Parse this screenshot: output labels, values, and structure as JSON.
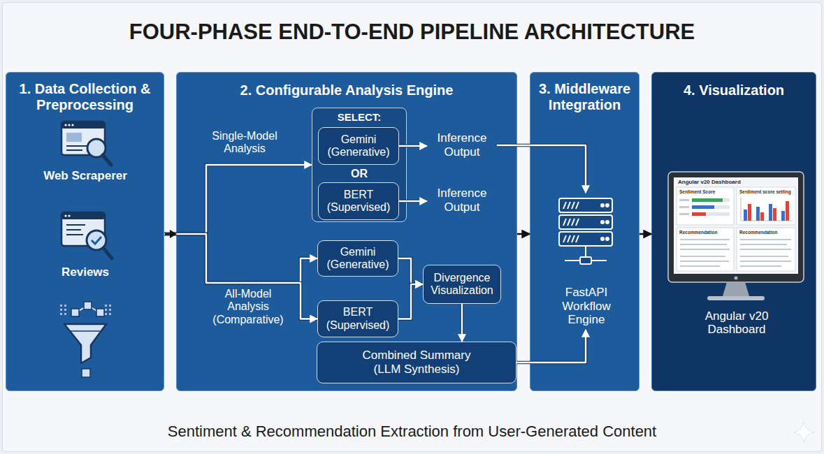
{
  "diagram": {
    "title": "FOUR-PHASE END-TO-END PIPELINE ARCHITECTURE",
    "caption": "Sentiment & Recommendation Extraction from User-Generated Content",
    "nodes": [
      {
        "text": [
          "1. Data Collection & Preprocessing"
        ]
      },
      {
        "text": [
          "2. Configurable Analysis Engine"
        ]
      },
      {
        "text": [
          "SELECT:",
          "OR"
        ],
        "in": 1
      },
      {
        "text": [
          "Gemini (Generative)"
        ],
        "in": 2
      },
      {
        "text": [
          "BERT (Supervised)"
        ],
        "in": 2
      },
      {
        "text": [
          "Inference Output"
        ],
        "in": 1
      },
      {
        "text": [
          "Inference Output"
        ],
        "in": 1
      },
      {
        "text": [
          "Gemini (Generative)"
        ],
        "in": 1
      },
      {
        "text": [
          "BERT (Supervised)"
        ],
        "in": 1
      },
      {
        "text": [
          "Divergence Visualization"
        ],
        "in": 1
      },
      {
        "text": [
          "Combined Summary (LLM Synthesis)"
        ],
        "in": 1
      },
      {
        "text": [
          "3. Middleware Integration"
        ]
      },
      {
        "text": [
          "FastAPI Workflow Engine"
        ],
        "in": 11
      },
      {
        "text": [
          "4. Visualization"
        ]
      },
      {
        "text": [
          "Angular v20 Dashboard"
        ],
        "in": 13
      }
    ],
    "edges": [
      {
        "from": 0,
        "to": 2,
        "arrow": "to",
        "label": "Single-Model Analysis"
      },
      {
        "from": 0,
        "to": 7,
        "arrow": "to",
        "label": "All-Model Analysis (Comparative)"
      },
      {
        "from": 0,
        "to": 8,
        "arrow": "to"
      },
      {
        "from": 3,
        "to": 5,
        "arrow": "to"
      },
      {
        "from": 4,
        "to": 6,
        "arrow": "to"
      },
      {
        "from": 5,
        "to": 12,
        "arrow": "to"
      },
      {
        "from": 7,
        "to": 9,
        "arrow": "to"
      },
      {
        "from": 8,
        "to": 9,
        "arrow": "to"
      },
      {
        "from": 9,
        "to": 10,
        "arrow": "to"
      },
      {
        "from": 10,
        "to": 12,
        "arrow": "to"
      },
      {
        "from": 1,
        "to": 11,
        "arrow": "to"
      },
      {
        "from": 11,
        "to": 13,
        "arrow": "to"
      }
    ],
    "labels": [
      "Web Scraperer",
      "Reviews",
      "Angular v20 Dashboard",
      "Sentiment Score",
      "Sentiment score setting",
      "Recommendation",
      "Recommendation"
    ]
  }
}
